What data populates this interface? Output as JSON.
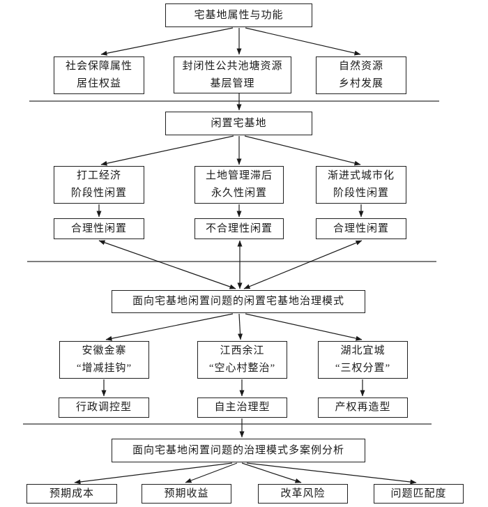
{
  "nodes": {
    "root": {
      "line1": "宅基地属性与功能"
    },
    "social": {
      "line1": "社会保障属性",
      "line2": "居住权益"
    },
    "pond": {
      "line1": "封闭性公共池塘资源",
      "line2": "基层管理"
    },
    "nature": {
      "line1": "自然资源",
      "line2": "乡村发展"
    },
    "idle": {
      "line1": "闲置宅基地"
    },
    "migrant": {
      "line1": "打工经济",
      "line2": "阶段性闲置"
    },
    "landmgmt": {
      "line1": "土地管理滞后",
      "line2": "永久性闲置"
    },
    "urban": {
      "line1": "渐进式城市化",
      "line2": "阶段性闲置"
    },
    "rational1": {
      "line1": "合理性闲置"
    },
    "irrational": {
      "line1": "不合理性闲置"
    },
    "rational2": {
      "line1": "合理性闲置"
    },
    "mode": {
      "line1": "面向宅基地闲置问题的闲置宅基地治理模式"
    },
    "anhui": {
      "line1": "安徽金寨",
      "line2": "“增减挂钩”"
    },
    "jiangxi": {
      "line1": "江西余江",
      "line2": "“空心村整治”"
    },
    "hubei": {
      "line1": "湖北宜城",
      "line2": "“三权分置”"
    },
    "admin": {
      "line1": "行政调控型"
    },
    "selfgov": {
      "line1": "自主治理型"
    },
    "property": {
      "line1": "产权再造型"
    },
    "multicase": {
      "line1": "面向宅基地闲置问题的治理模式多案例分析"
    },
    "cost": {
      "line1": "预期成本"
    },
    "benefit": {
      "line1": "预期收益"
    },
    "risk": {
      "line1": "改革风险"
    },
    "match": {
      "line1": "问题匹配度"
    }
  },
  "colors": {
    "background": "#ffffff",
    "box_border": "#1f1f1f",
    "arrow": "#1a1a1a",
    "separator": "#7d7d7d",
    "text": "#1a1a1a"
  }
}
